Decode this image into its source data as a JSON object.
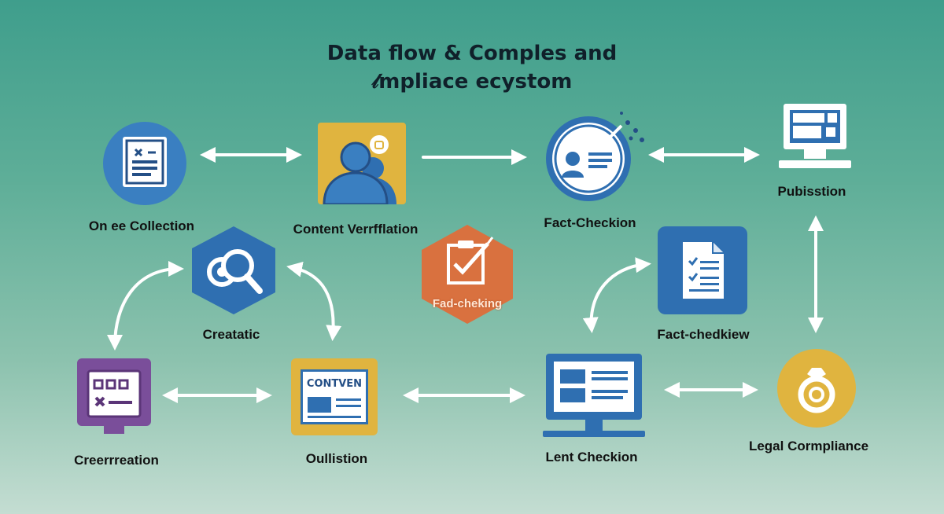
{
  "title": {
    "line1": "Data flow & Comples and",
    "line2": "𝓁mpliace ecystom"
  },
  "nodes": {
    "online_collection": "On ee Collection",
    "content_verification": "Content Verrfflation",
    "fact_checking_top": "Fact-Checkion",
    "publication": "Pubisstion",
    "creatatic": "Creatatic",
    "fact_checking_center": "Fad-cheking",
    "fact_checkiew": "Fact-chedkiew",
    "creerreation": "Creerrreation",
    "oullistion": "Oullistion",
    "content_box_text": "CONTVEN",
    "lent_checkion": "Lent Checkion",
    "legal_compliance": "Legal Cormpliance"
  },
  "colors": {
    "blue": "#3a7fc1",
    "orange": "#e0b43f",
    "red_orange": "#d9713f",
    "purple": "#7a4e9a",
    "white": "#ffffff"
  },
  "icons": [
    "document-icon",
    "users-icon",
    "profile-card-icon",
    "computer-icon",
    "search-icon",
    "clipboard-check-icon",
    "document-check-icon",
    "calendar-icon",
    "newspaper-icon",
    "monitor-icon",
    "ring-badge-icon"
  ]
}
